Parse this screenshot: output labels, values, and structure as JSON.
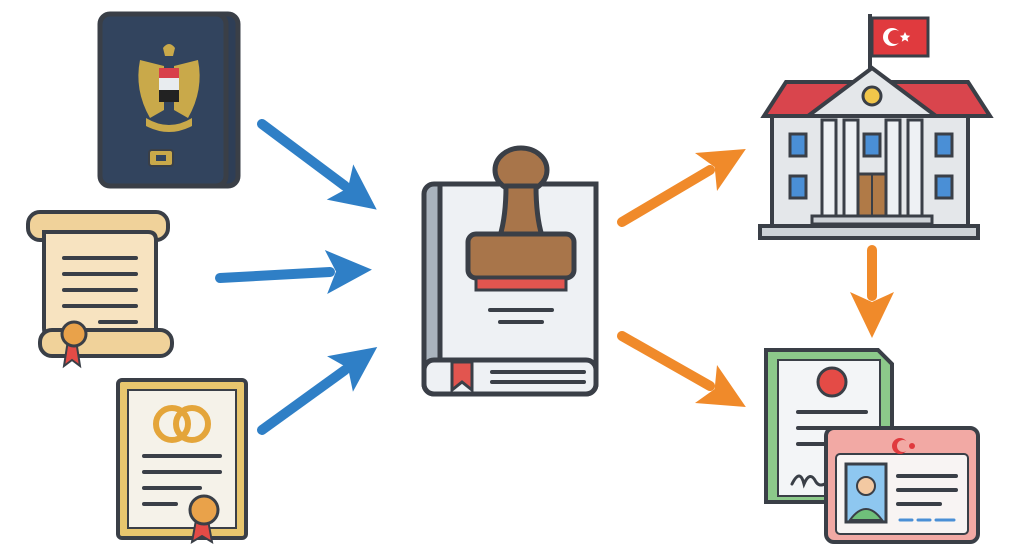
{
  "diagram": {
    "inputs": [
      {
        "id": "passport",
        "icon": "passport-icon"
      },
      {
        "id": "certificate-scroll",
        "icon": "scroll-certificate-icon"
      },
      {
        "id": "marriage-certificate",
        "icon": "marriage-certificate-icon"
      }
    ],
    "center": {
      "id": "notary-book",
      "icon": "stamp-book-icon"
    },
    "outputs": [
      {
        "id": "government-building",
        "icon": "government-building-icon"
      },
      {
        "id": "residence-documents",
        "icon": "id-card-documents-icon"
      }
    ],
    "colors": {
      "input_arrow": "#2f7fc6",
      "output_arrow": "#f08a2a",
      "outline": "#3a3f47",
      "passport": "#2e3e56",
      "passport_emblem": "#c9a94a",
      "scroll": "#f7e3c0",
      "frame_gold": "#e8c66e",
      "book_cover": "#a9b3bd",
      "book_page": "#eef1f4",
      "stamp_handle": "#a8754a",
      "stamp_ink": "#e2554f",
      "building_roof": "#d9454d",
      "building_wall": "#e4e7ea",
      "window": "#4a8fd6",
      "door": "#b07a47",
      "flag_red": "#e03a3e",
      "doc_green": "#8cc98a",
      "doc_paper": "#f3f5f7",
      "id_card_red": "#f2a9a4",
      "avatar_green": "#6fc07a",
      "avatar_bg": "#8ec7f0",
      "seal_red": "#e44b46"
    }
  }
}
